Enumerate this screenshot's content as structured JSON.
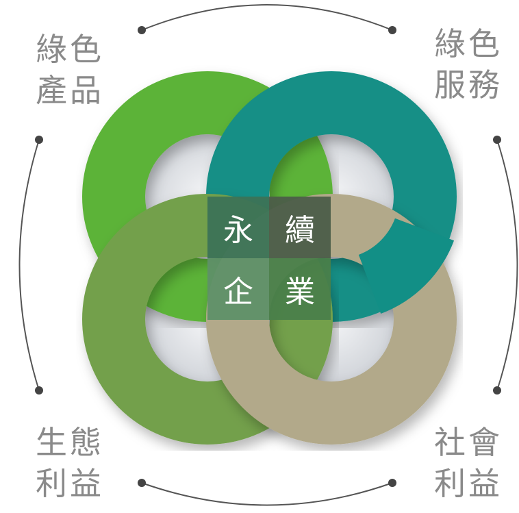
{
  "labels": {
    "top_left": [
      "綠色",
      "產品"
    ],
    "top_right": [
      "綠色",
      "服務"
    ],
    "bottom_left": [
      "生態",
      "利益"
    ],
    "bottom_right": [
      "社會",
      "利益"
    ]
  },
  "center": {
    "top_left": "永",
    "top_right": "續",
    "bottom_left": "企",
    "bottom_right": "業"
  },
  "colors": {
    "green_ring": "#5cb338",
    "teal_ring": "#128f86",
    "olive_ring": "#73a04c",
    "tan_ring": "#b2a98a",
    "label_gray": "#8a8a8a",
    "center_tl": "#3c7356",
    "center_tr": "#4c5d49",
    "center_bl": "#5f9068",
    "center_br": "#4a7f4a"
  }
}
